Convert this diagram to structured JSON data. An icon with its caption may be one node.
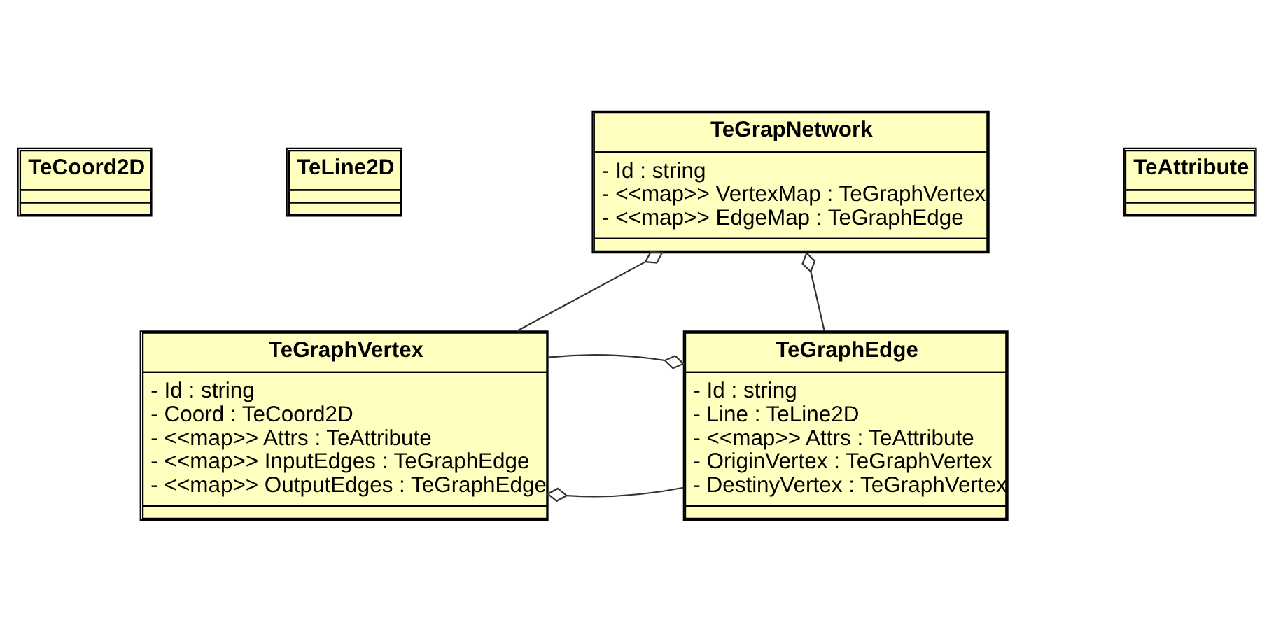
{
  "diagram": {
    "nodes": [
      {
        "text": [
          "TeCoord2D"
        ]
      },
      {
        "text": [
          "TeLine2D"
        ]
      },
      {
        "text": [
          "TeAttribute"
        ]
      },
      {
        "text": [
          "TeGraphVertex",
          "- Id : string",
          "- Coord : TeCoord2D",
          "- <<map>> Attrs : TeAttribute",
          "- <<map>> InputEdges : TeGraphEdge",
          "- <<map>> OutputEdges : TeGraphEdge"
        ]
      },
      {
        "text": [
          "TeGraphEdge",
          "- Id : string",
          "- Line : TeLine2D",
          "- <<map>> Attrs : TeAttribute",
          "- OriginVertex : TeGraphVertex",
          "- DestinyVertex : TeGraphVertex"
        ]
      },
      {
        "text": [
          "TeGrapNetwork",
          "- Id : string",
          "- <<map>> VertexMap : TeGraphVertex",
          "- <<map>> EdgeMap : TeGraphEdge"
        ]
      }
    ],
    "edges": [
      {
        "from": 3,
        "to": 4,
        "arrow": "other"
      },
      {
        "from": 4,
        "to": 3,
        "arrow": "other"
      },
      {
        "from": 5,
        "to": 3,
        "arrow": "other"
      },
      {
        "from": 5,
        "to": 4,
        "arrow": "other"
      }
    ]
  }
}
